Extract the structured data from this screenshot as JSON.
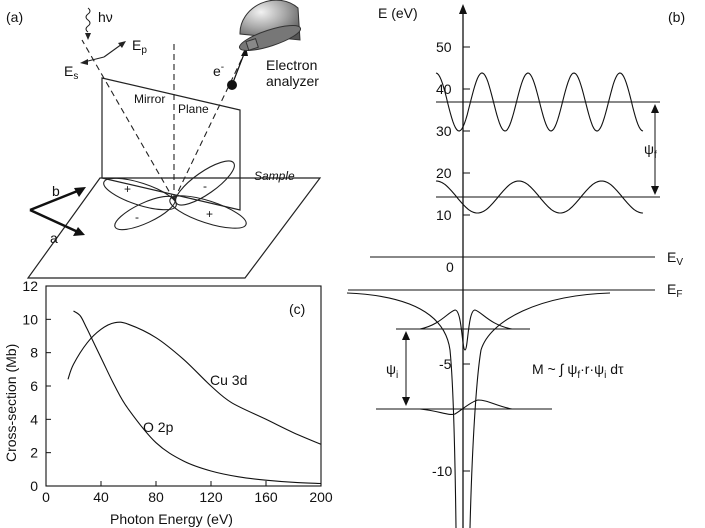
{
  "panel_a": {
    "tag": "(a)",
    "photon": "hν",
    "ep": "E",
    "ep_sub": "p",
    "es": "E",
    "es_sub": "s",
    "electron": "e",
    "electron_sup": "-",
    "analyzer_line1": "Electron",
    "analyzer_line2": "analyzer",
    "mirror": "Mirror",
    "plane": "Plane",
    "sample": "Sample",
    "axis_b": "b",
    "axis_a": "a",
    "lobe_signs": [
      "+",
      "-",
      "-",
      "+"
    ]
  },
  "panel_b": {
    "tag": "(b)",
    "axis_title": "E (eV)",
    "y_ticks": [
      "50",
      "40",
      "30",
      "20",
      "10",
      "0",
      "-5",
      "-10"
    ],
    "psi_f": "ψ",
    "psi_f_sub": "f",
    "psi_i": "ψ",
    "psi_i_sub": "i",
    "ev": "E",
    "ev_sub": "V",
    "ef": "E",
    "ef_sub": "F",
    "matrix": "M ~ ∫ ψ",
    "matrix_f": "f",
    "matrix_mid": "·r·ψ",
    "matrix_i": "i",
    "matrix_end": " dτ"
  },
  "chart_data": {
    "type": "line",
    "tag": "(c)",
    "xlabel": "Photon Energy (eV)",
    "ylabel": "Cross-section (Mb)",
    "xlim": [
      0,
      200
    ],
    "ylim": [
      0,
      12
    ],
    "x_ticks": [
      0,
      40,
      80,
      120,
      160,
      200
    ],
    "y_ticks": [
      0,
      2,
      4,
      6,
      8,
      10,
      12
    ],
    "series": [
      {
        "name": "Cu 3d",
        "x": [
          16,
          20,
          30,
          40,
          50,
          60,
          80,
          100,
          120,
          135,
          160,
          180,
          200
        ],
        "y": [
          6.4,
          7.3,
          8.6,
          9.4,
          9.8,
          9.7,
          8.9,
          7.6,
          6.0,
          5.0,
          4.0,
          3.2,
          2.5
        ]
      },
      {
        "name": "O 2p",
        "x": [
          20,
          25,
          30,
          40,
          50,
          60,
          80,
          100,
          120,
          140,
          160,
          180,
          200
        ],
        "y": [
          10.5,
          10.2,
          9.4,
          7.7,
          6.0,
          4.6,
          2.6,
          1.5,
          0.9,
          0.55,
          0.35,
          0.22,
          0.15
        ]
      }
    ],
    "grid": false
  }
}
